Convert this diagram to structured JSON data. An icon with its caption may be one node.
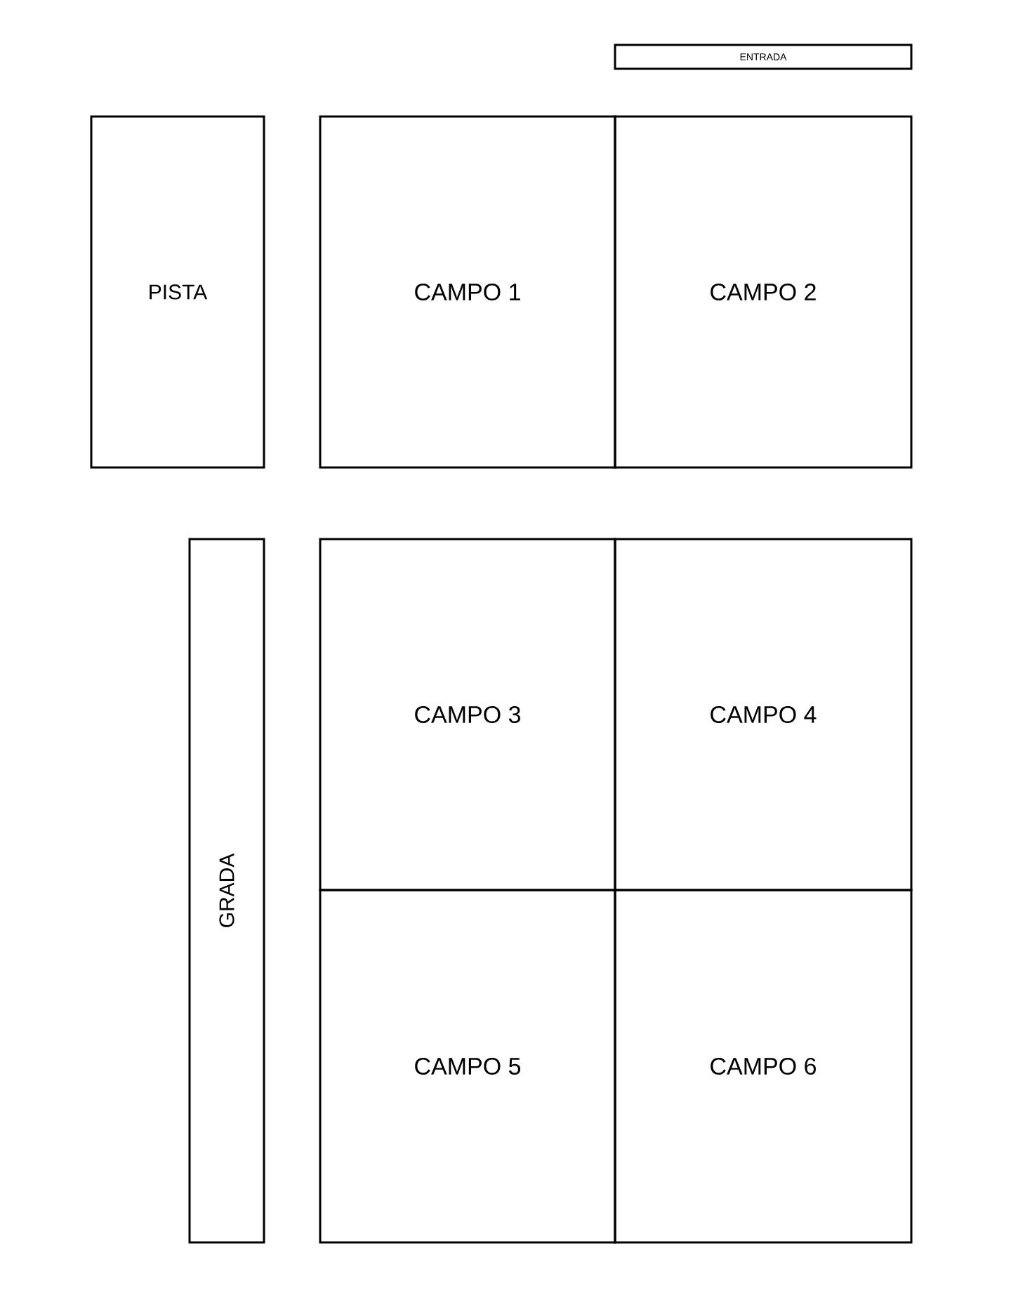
{
  "diagram": {
    "nodes": [
      {
        "text": [
          "ENTRADA"
        ]
      },
      {
        "text": [
          "PISTA"
        ]
      },
      {
        "text": [
          "CAMPO 1"
        ]
      },
      {
        "text": [
          "CAMPO 2"
        ]
      },
      {
        "text": [
          "GRADA"
        ]
      },
      {
        "text": [
          "CAMPO 3"
        ]
      },
      {
        "text": [
          "CAMPO 4"
        ]
      },
      {
        "text": [
          "CAMPO 5"
        ]
      },
      {
        "text": [
          "CAMPO 6"
        ]
      }
    ]
  }
}
